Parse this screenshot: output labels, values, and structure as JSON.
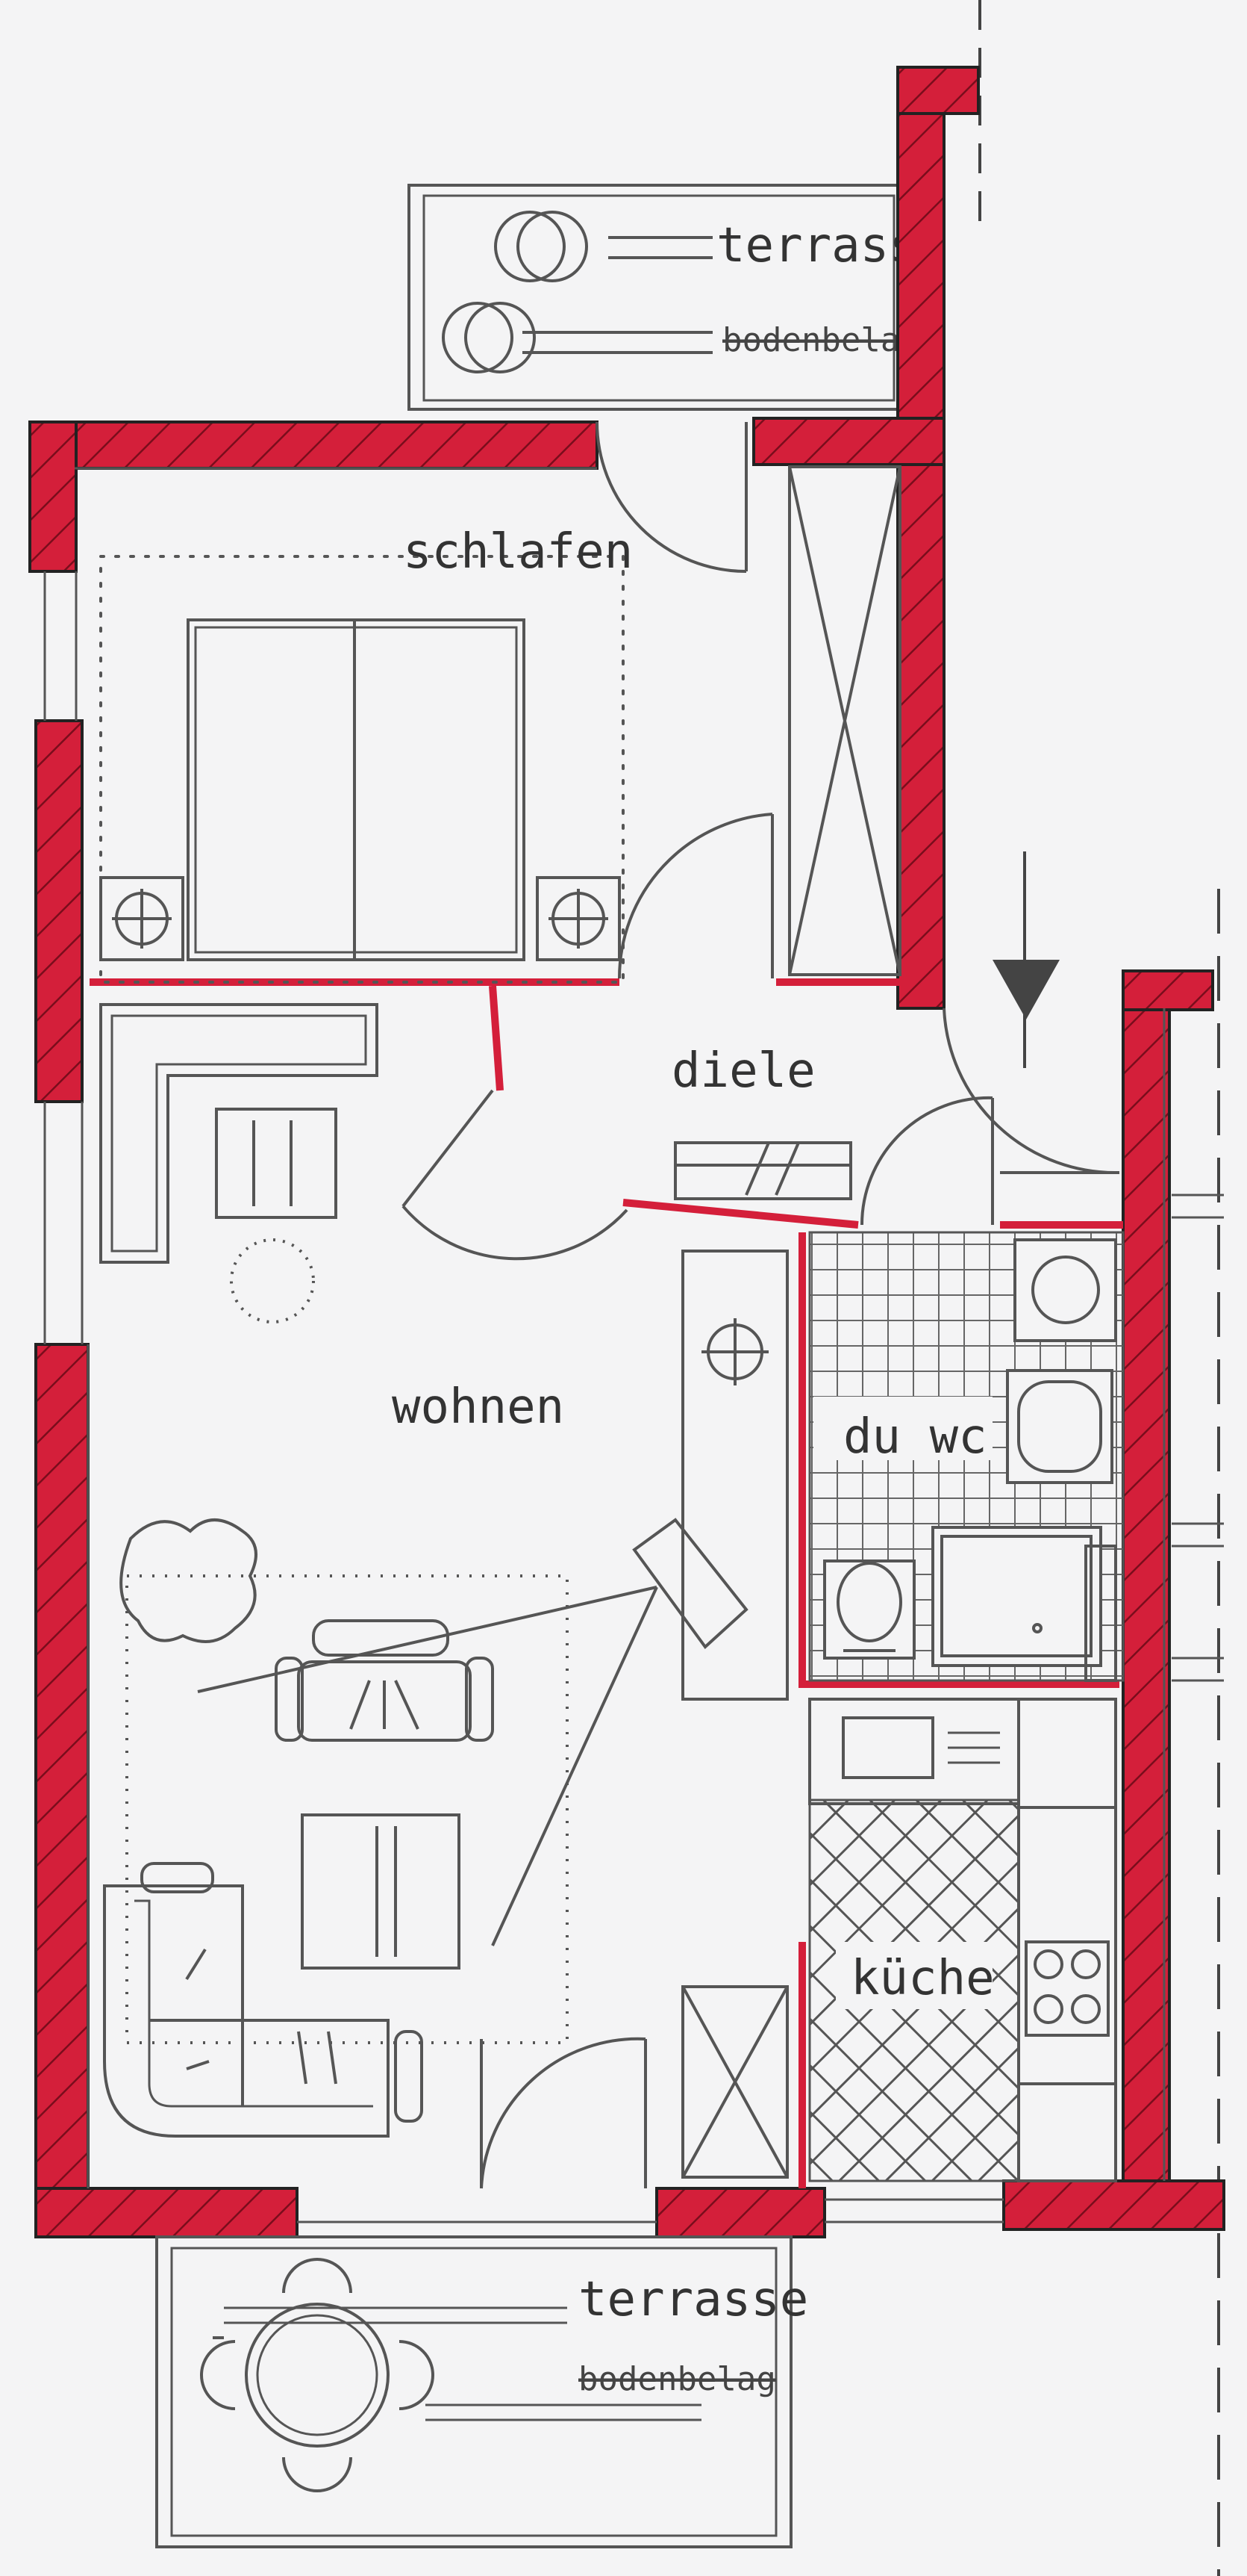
{
  "plan": {
    "wall_color": "#d41f3a",
    "line_color": "#555555",
    "paper_color": "#f4f4f5",
    "rooms": {
      "terrace_top": "terrasse",
      "bedroom": "schlafen",
      "hall": "diele",
      "living": "wohnen",
      "bathroom": "du wc",
      "kitchen": "küche",
      "terrace_bottom": "terrasse"
    },
    "terrace_sublabel": "bodenbelag",
    "icons": [
      "section-arrow-icon",
      "door-swing-icon",
      "bed-icon",
      "toilet-icon",
      "shower-icon",
      "stove-icon",
      "table-icon",
      "sofa-icon"
    ]
  }
}
